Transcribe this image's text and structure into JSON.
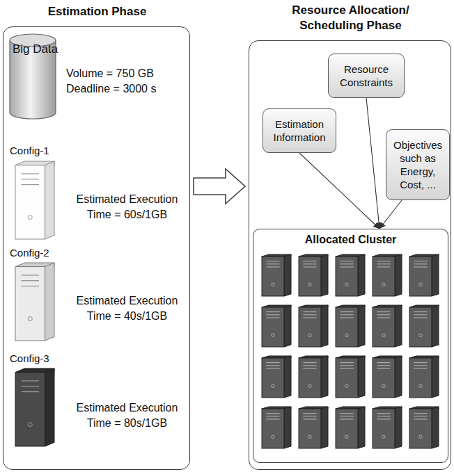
{
  "diagram": {
    "nodes": [
      {
        "text": [
          "Estimation Phase"
        ]
      },
      {
        "text": [
          "Resource Allocation/ Scheduling Phase"
        ]
      },
      {
        "text": [
          "Resource Constraints"
        ],
        "in": 1
      },
      {
        "text": [
          "Estimation Information"
        ],
        "in": 1
      },
      {
        "text": [
          "Objectives such as Energy, Cost, ..."
        ],
        "in": 1
      },
      {
        "text": [
          "Allocated Cluster"
        ],
        "in": 1
      }
    ],
    "edges": [
      {
        "from": 0,
        "to": 1,
        "arrow": "to"
      },
      {
        "from": 2,
        "to": 5,
        "arrow": "to"
      },
      {
        "from": 3,
        "to": 5,
        "arrow": "to"
      },
      {
        "from": 4,
        "to": 5,
        "arrow": "to"
      }
    ],
    "labels": [
      "Big Data",
      "Volume = 750 GB",
      "Deadline = 3000 s",
      "Config-1",
      "Estimated Execution Time = 60s/1GB",
      "Config-2",
      "Estimated Execution Time = 40s/1GB",
      "Config-3",
      "Estimated Execution Time = 80s/1GB"
    ]
  }
}
